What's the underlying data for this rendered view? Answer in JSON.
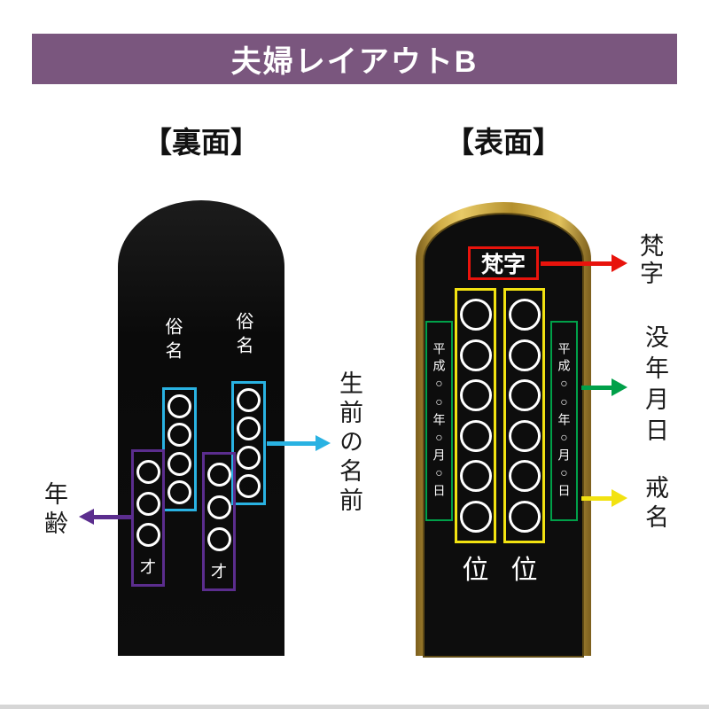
{
  "header": {
    "title": "夫婦レイアウトB"
  },
  "back_panel": {
    "title": "【裏面】",
    "zokumyo_label_1": "俗名",
    "zokumyo_label_2": "俗名",
    "name_box_circles_1": 4,
    "name_box_circles_2": 4,
    "age_box_circles_1": 3,
    "age_box_circles_2": 3,
    "age_suffix_1": "才",
    "age_suffix_2": "才",
    "annotation_name": "生前の名前",
    "annotation_age": "年齢"
  },
  "front_panel": {
    "title": "【表面】",
    "bonji_text": "梵字",
    "kaimyo_box_circles_1": 6,
    "kaimyo_box_circles_2": 6,
    "date_text_left": "平成○○年○月○日",
    "date_text_right": "平成○○年○月○日",
    "rank_label_1": "位",
    "rank_label_2": "位",
    "annotation_bonji": "梵字",
    "annotation_death_date": "没年月日",
    "annotation_kaimyo": "戒名"
  },
  "colors": {
    "header_purple": "#7a567e",
    "cyan": "#29b2e2",
    "purple": "#5b2d8e",
    "red": "#e8130c",
    "green": "#00a049",
    "yellow": "#f2e211",
    "gold": "#c9a63c",
    "tablet_black": "#0d0d0d"
  }
}
